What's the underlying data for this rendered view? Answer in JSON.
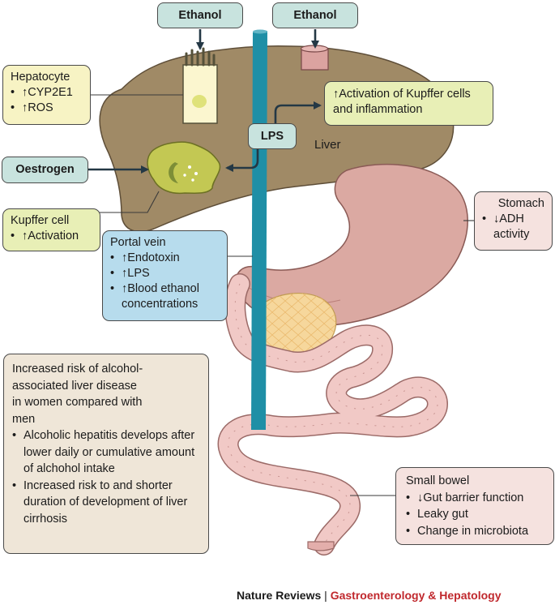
{
  "labels": {
    "ethanol_1": "Ethanol",
    "ethanol_2": "Ethanol",
    "lps": "LPS",
    "oestrogen": "Oestrogen",
    "liver": "Liver"
  },
  "boxes": {
    "hepatocyte": {
      "title": "Hepatocyte",
      "items": [
        "↑CYP2E1",
        "↑ROS"
      ]
    },
    "kupffer_activation": {
      "text": "↑Activation of Kupffer cells and inflammation"
    },
    "kupffer_cell": {
      "title": "Kupffer cell",
      "items": [
        "↑Activation"
      ]
    },
    "portal_vein": {
      "title": "Portal vein",
      "items": [
        "↑Endotoxin",
        "↑LPS",
        "↑Blood ethanol concentrations"
      ]
    },
    "stomach": {
      "title": "Stomach",
      "items": [
        "↓ADH activity"
      ]
    },
    "women_risk": {
      "title": "Increased risk of alcohol-associated liver disease in women compared with men",
      "items": [
        "Alcoholic hepatitis develops after lower daily or cumulative amount of alchohol intake",
        "Increased risk to and shorter duration of development of liver cirrhosis"
      ]
    },
    "small_bowel": {
      "title": "Small bowel",
      "items": [
        "↓Gut barrier function",
        "Leaky gut",
        "Change in microbiota"
      ]
    }
  },
  "footer": {
    "journal": "Nature Reviews",
    "separator": " | ",
    "section": "Gastroenterology & Hepatology"
  },
  "colors": {
    "liver": "#a08a66",
    "stomach": "#dba9a2",
    "portal_vein": "#1f8fa6",
    "pancreas": "#f6d79c",
    "intestine": "#f1c9c6",
    "female_symbol": "#a48a55",
    "footer_accent": "#c0282d"
  }
}
